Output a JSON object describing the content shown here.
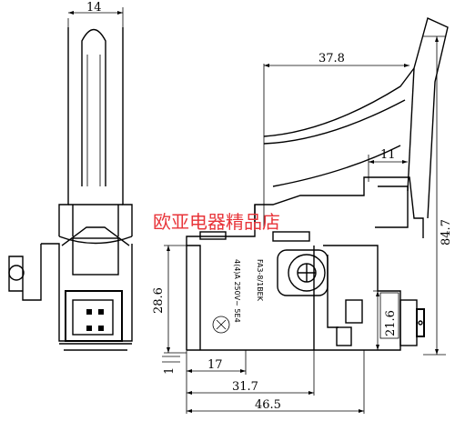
{
  "dimensions": {
    "top_width": "14",
    "top_span": "37.8",
    "side_gap": "11",
    "height_total": "84.7",
    "left_height": "28.6",
    "right_height": "21.6",
    "bottom_17": "17",
    "bottom_317": "31.7",
    "bottom_465": "46.5",
    "bottom_small": "1"
  },
  "label_lines": {
    "line1": "FA3-8/1BEK",
    "line2": "4(4)A 250V~ 5E4"
  },
  "watermark": "欧亚电器精品店"
}
